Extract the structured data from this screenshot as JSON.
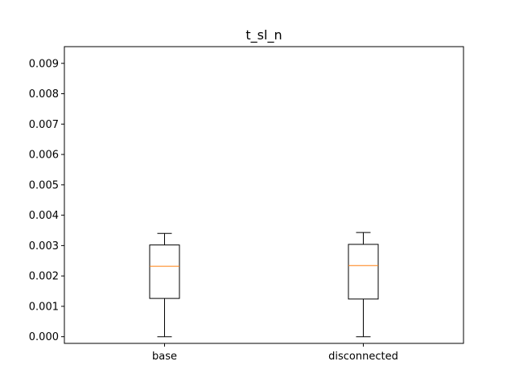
{
  "chart_data": {
    "type": "box",
    "title": "t_sl_n",
    "xlabel": "",
    "ylabel": "",
    "categories": [
      "base",
      "disconnected"
    ],
    "ylim": [
      -0.00022,
      0.00955
    ],
    "yticks": [
      0.0,
      0.001,
      0.002,
      0.003,
      0.004,
      0.005,
      0.006,
      0.007,
      0.008,
      0.009
    ],
    "ytick_labels": [
      "0.000",
      "0.001",
      "0.002",
      "0.003",
      "0.004",
      "0.005",
      "0.006",
      "0.007",
      "0.008",
      "0.009"
    ],
    "grid": false,
    "boxes": [
      {
        "category": "base",
        "whisker_low": 0.0,
        "q1": 0.00126,
        "median": 0.00232,
        "q3": 0.00302,
        "whisker_high": 0.0034
      },
      {
        "category": "disconnected",
        "whisker_low": 0.0,
        "q1": 0.00124,
        "median": 0.00234,
        "q3": 0.00304,
        "whisker_high": 0.00343
      }
    ],
    "colors": {
      "box": "#000000",
      "median": "#ff7f0e",
      "axes": "#000000"
    }
  }
}
